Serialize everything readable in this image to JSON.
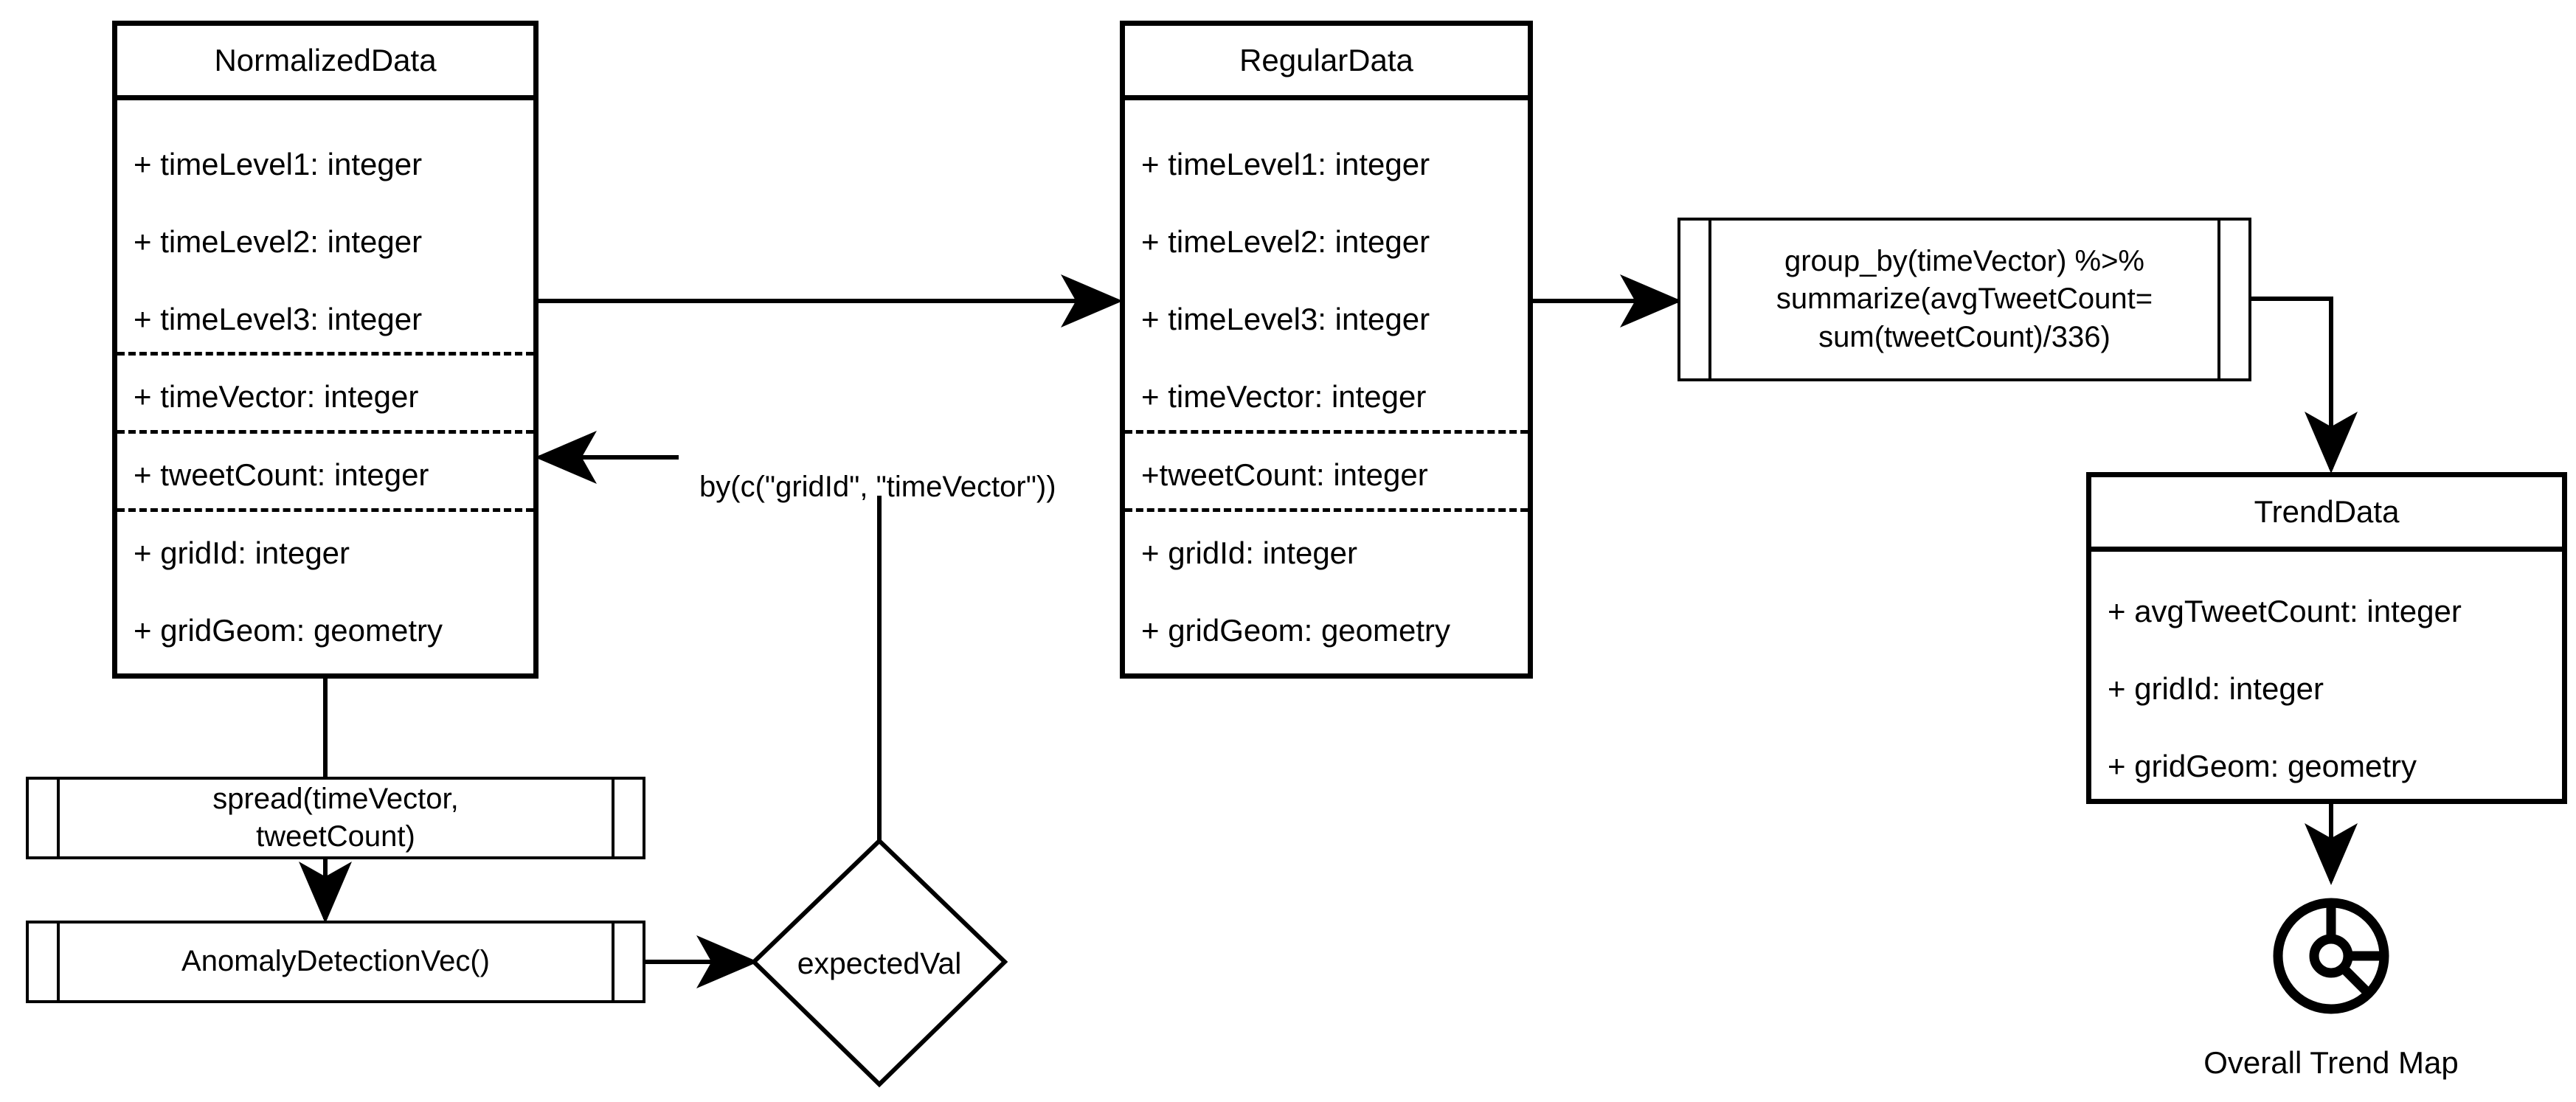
{
  "diagram": {
    "title": "Twitter trend data processing pipeline",
    "stroke_color": "#000000",
    "background_color": "#ffffff"
  },
  "classes": [
    {
      "name": "normalized-data",
      "title": "NormalizedData",
      "attributes": [
        "+ timeLevel1: integer",
        "+ timeLevel2: integer",
        "+ timeLevel3: integer",
        "+ timeVector: integer",
        "+ tweetCount: integer",
        "+ gridId: integer",
        "+ gridGeom: geometry"
      ]
    },
    {
      "name": "regular-data",
      "title": "RegularData",
      "attributes": [
        "+ timeLevel1: integer",
        "+ timeLevel2: integer",
        "+ timeLevel3: integer",
        "+ timeVector: integer",
        "+tweetCount: integer",
        "+ gridId: integer",
        "+ gridGeom: geometry"
      ]
    },
    {
      "name": "trend-data",
      "title": "TrendData",
      "attributes": [
        "+ avgTweetCount: integer",
        "+ gridId: integer",
        "+ gridGeom: geometry"
      ]
    }
  ],
  "processes": [
    {
      "name": "group-by-summarize",
      "text": "group_by(timeVector) %>%\nsummarize(avgTweetCount=\nsum(tweetCount)/336)"
    },
    {
      "name": "spread",
      "text": "spread(timeVector,\ntweetCount)"
    },
    {
      "name": "anomaly-detection-vec",
      "text": "AnomalyDetectionVec()"
    }
  ],
  "decision": {
    "name": "expected-val",
    "label": "expectedVal"
  },
  "edge_labels": {
    "join_by": "by(c(\"gridId\", \"timeVector\"))"
  },
  "output": {
    "icon": "pie-chart-icon",
    "caption": "Overall Trend Map"
  }
}
